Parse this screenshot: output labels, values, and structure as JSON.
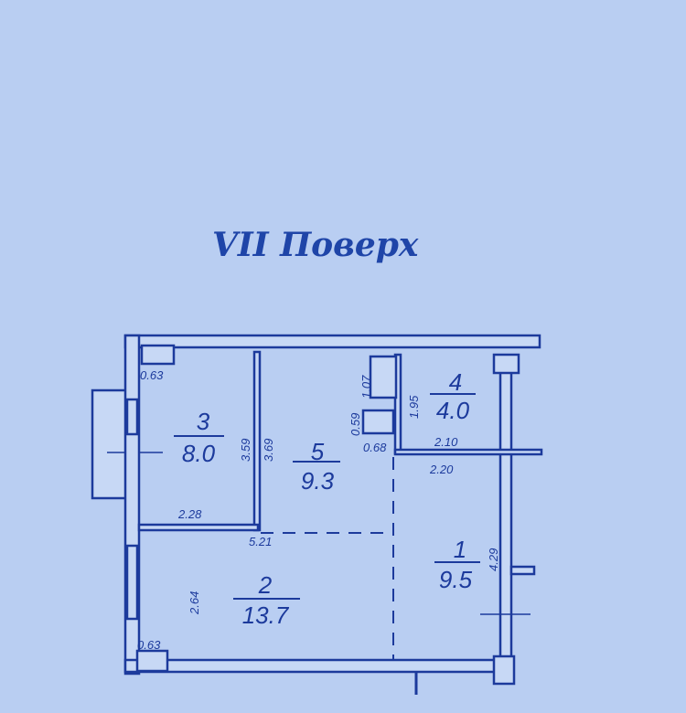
{
  "title": "VII Поверх",
  "colors": {
    "background": "#b9cef2",
    "ink": "#1c3a9c"
  },
  "rooms": [
    {
      "number": "1",
      "area": "9.5"
    },
    {
      "number": "2",
      "area": "13.7"
    },
    {
      "number": "3",
      "area": "8.0"
    },
    {
      "number": "4",
      "area": "4.0"
    },
    {
      "number": "5",
      "area": "9.3"
    }
  ],
  "dimensions": {
    "d063_top": "0.63",
    "d063_bottom": "0.63",
    "d359": "3.59",
    "d369": "3.69",
    "d228": "2.28",
    "d521": "5.21",
    "d264": "2.64",
    "d059": "0.59",
    "d107": "1.07",
    "d068": "0.68",
    "d195": "1.95",
    "d210": "2.10",
    "d220": "2.20",
    "d429": "4.29"
  }
}
